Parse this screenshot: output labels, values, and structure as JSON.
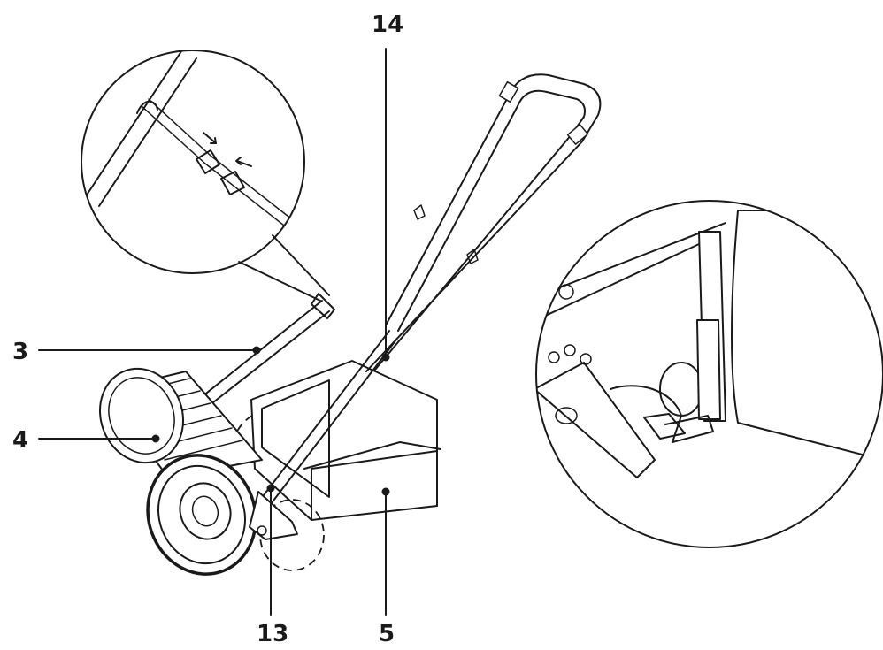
{
  "colors": {
    "line": "#1a1a1a",
    "bag_fill": "#b3b3b3",
    "background": "#ffffff"
  },
  "callouts": [
    {
      "id": "3",
      "text": "3"
    },
    {
      "id": "4",
      "text": "4"
    },
    {
      "id": "5",
      "text": "5"
    },
    {
      "id": "13",
      "text": "13"
    },
    {
      "id": "14",
      "text": "14"
    }
  ]
}
